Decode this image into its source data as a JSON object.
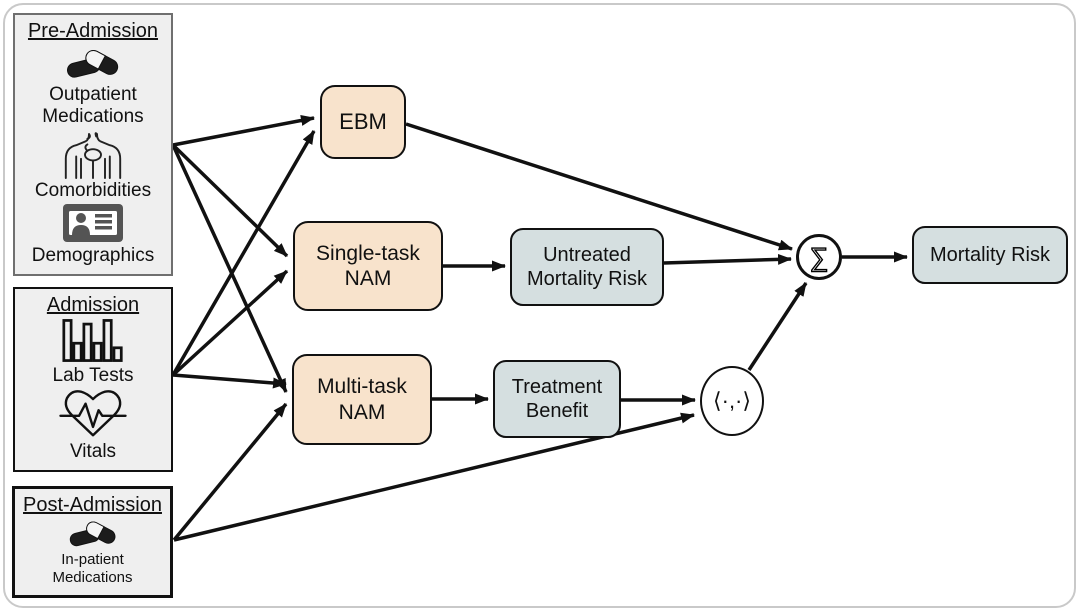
{
  "figure": {
    "description": "Model architecture diagram: clinical inputs feed EBM / NAM models producing mortality risk",
    "background": "#ffffff",
    "frame_border_color": "#c9c9c9"
  },
  "colors": {
    "input_fill": "#efefef",
    "model_fill": "#f8e3cc",
    "output_fill": "#d5dfe0",
    "stroke": "#111111",
    "pre_admission_border": "#6f6f6f"
  },
  "inputs": [
    {
      "id": "pre-admission",
      "title": "Pre-Admission",
      "items": [
        {
          "icon": "pills-icon",
          "label": "Outpatient\nMedications"
        },
        {
          "icon": "torso-organs-icon",
          "label": "Comorbidities"
        },
        {
          "icon": "id-card-icon",
          "label": "Demographics"
        }
      ]
    },
    {
      "id": "admission",
      "title": "Admission",
      "items": [
        {
          "icon": "bar-chart-icon",
          "label": "Lab Tests"
        },
        {
          "icon": "heart-ecg-icon",
          "label": "Vitals"
        }
      ]
    },
    {
      "id": "post-admission",
      "title": "Post-Admission",
      "items": [
        {
          "icon": "pills-icon",
          "label": "In-patient\nMedications"
        }
      ]
    }
  ],
  "models": [
    {
      "id": "ebm",
      "label": "EBM"
    },
    {
      "id": "single-task-nam",
      "label": "Single-task\nNAM"
    },
    {
      "id": "multi-task-nam",
      "label": "Multi-task\nNAM"
    }
  ],
  "outputs": [
    {
      "id": "untreated-mortality-risk",
      "label": "Untreated\nMortality Risk"
    },
    {
      "id": "treatment-benefit",
      "label": "Treatment\nBenefit"
    },
    {
      "id": "mortality-risk",
      "label": "Mortality Risk"
    }
  ],
  "operators": {
    "sum": {
      "symbol": "∑",
      "name": "summation"
    },
    "inner_product": {
      "symbol": "⟨·,·⟩",
      "name": "inner-product"
    }
  },
  "edges": [
    {
      "from": "pre-admission",
      "to": "ebm"
    },
    {
      "from": "pre-admission",
      "to": "single-task-nam"
    },
    {
      "from": "pre-admission",
      "to": "multi-task-nam"
    },
    {
      "from": "admission",
      "to": "ebm"
    },
    {
      "from": "admission",
      "to": "single-task-nam"
    },
    {
      "from": "admission",
      "to": "multi-task-nam"
    },
    {
      "from": "post-admission",
      "to": "multi-task-nam"
    },
    {
      "from": "post-admission",
      "to": "inner-product"
    },
    {
      "from": "ebm",
      "to": "sum"
    },
    {
      "from": "single-task-nam",
      "to": "untreated-mortality-risk"
    },
    {
      "from": "untreated-mortality-risk",
      "to": "sum"
    },
    {
      "from": "multi-task-nam",
      "to": "treatment-benefit"
    },
    {
      "from": "treatment-benefit",
      "to": "inner-product"
    },
    {
      "from": "inner-product",
      "to": "sum"
    },
    {
      "from": "sum",
      "to": "mortality-risk"
    }
  ]
}
